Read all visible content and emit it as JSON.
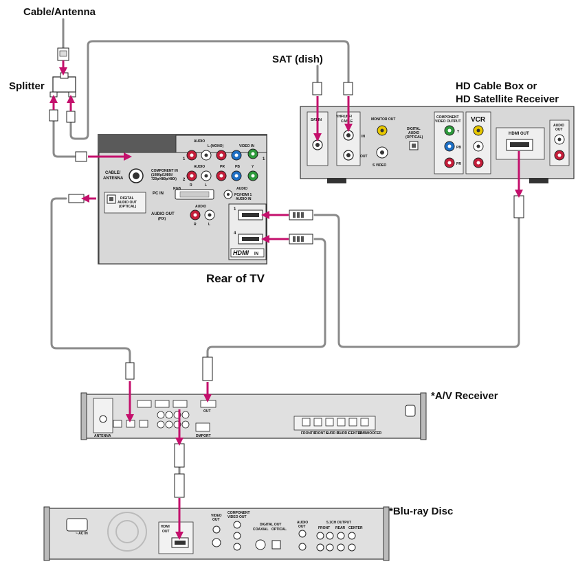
{
  "labels": {
    "cable_antenna": "Cable/Antenna",
    "splitter": "Splitter",
    "sat_dish": "SAT (dish)",
    "hd_box_line1": "HD Cable Box or",
    "hd_box_line2": "HD Satellite Receiver",
    "rear_of_tv": "Rear of  TV",
    "av_receiver": "*A/V Receiver",
    "bluray": "*Blu-ray Disc"
  },
  "tv_panel": {
    "audio": "AUDIO",
    "l_mono": "L (MONO)",
    "video_in": "VIDEO IN",
    "cable_antenna": "CABLE/",
    "cable_antenna2": "ANTENNA",
    "component_in": "COMPONENT IN",
    "component_res1": "(1080p/1080i/",
    "component_res2": "720p/480p/480i)",
    "pb": "PB",
    "pr": "PR",
    "y": "Y",
    "rgb": "RGB",
    "pc_in": "PC IN",
    "pc_hdmi_audio1": "PC/HDMI 1",
    "pc_hdmi_audio2": "AUDIO IN",
    "digital_audio_out1": "DIGITAL",
    "digital_audio_out2": "AUDIO OUT",
    "digital_audio_out3": "(OPTICAL)",
    "audio_out": "AUDIO OUT",
    "audio_out_fix": "(FIX)",
    "r": "R",
    "l": "L",
    "num1": "1",
    "num2": "2",
    "num4": "4",
    "hdmi_in": "IN",
    "hdmi_logo": "HDMI"
  },
  "box_panel": {
    "sat_in": "SAT IN",
    "vhf": "VHF/UHF/",
    "cable": "CABLE",
    "in": "IN",
    "out": "OUT",
    "monitor_out": "MONITOR OUT",
    "s_video": "S VIDEO",
    "digital_audio1": "DIGITAL",
    "digital_audio2": "AUDIO",
    "digital_audio3": "(OPTICAL)",
    "component_video_output1": "COMPONENT",
    "component_video_output2": "VIDEO OUTPUT",
    "y": "Y",
    "pb": "PB",
    "pr": "PR",
    "vcr": "VCR",
    "hdmi_out": "HDMI OUT",
    "audio_out1": "AUDIO",
    "audio_out2": "OUT"
  },
  "receiver_panel": {
    "antenna": "ANTENNA",
    "hdmi_out": "OUT",
    "dport": "DMPORT",
    "front_r": "FRONT R",
    "front_l": "FRONT L",
    "surr_r": "SURR R",
    "surr_l": "SURR L",
    "center": "CENTER",
    "subwoofer": "SUBWOOFER"
  },
  "bluray_panel": {
    "ac_in": "~ AC IN",
    "hdmi_out1": "HDMI",
    "hdmi_out2": "OUT",
    "video_out1": "VIDEO",
    "video_out2": "OUT",
    "component_video_out1": "COMPONENT",
    "component_video_out2": "VIDEO OUT",
    "digital_out": "DIGITAL OUT",
    "coaxial": "COAXIAL",
    "optical": "OPTICAL",
    "audio_out1": "AUDIO",
    "audio_out2": "OUT",
    "ch_output": "5.1CH OUTPUT",
    "front": "FRONT",
    "rear": "REAR",
    "center": "CENTER"
  },
  "colors": {
    "arrow": "#c4106c",
    "cable": "#8a8a8a",
    "panel": "#d6d6d6",
    "device": "#e4e4e4",
    "jack_red": "#c41e3a",
    "jack_blue": "#1e6fc4",
    "jack_green": "#2e9a3c",
    "jack_yellow": "#e8c800",
    "jack_white": "#ffffff"
  }
}
